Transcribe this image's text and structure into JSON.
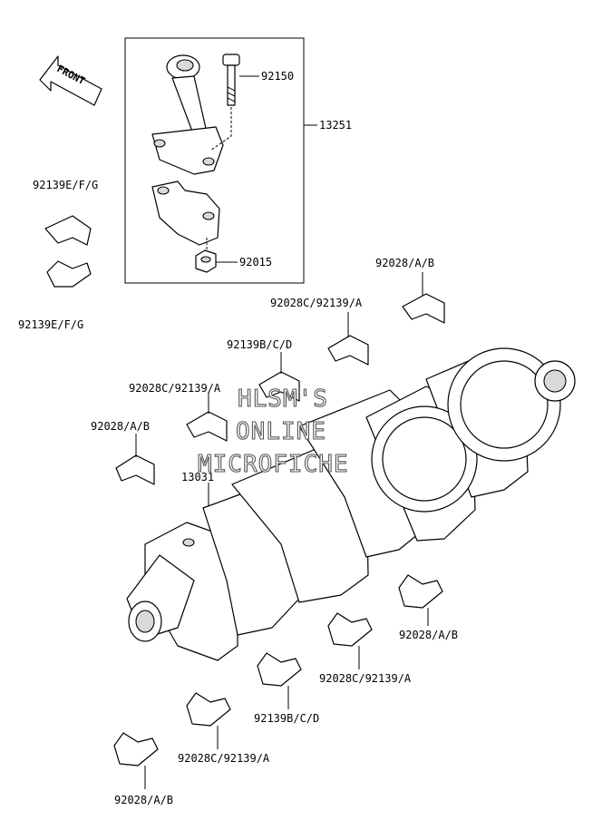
{
  "diagram": {
    "front_label": "FRONT",
    "watermark": [
      "HLSM'S",
      "ONLINE",
      "MICROFICHE"
    ],
    "labels": {
      "p92150": "92150",
      "p13251": "13251",
      "p92015": "92015",
      "p92139efg_top": "92139E/F/G",
      "p92139efg_bottom": "92139E/F/G",
      "p92028ab_top_right": "92028/A/B",
      "p92028c_upper": "92028C/92139/A",
      "p92139bcd_upper": "92139B/C/D",
      "p92028c_mid": "92028C/92139/A",
      "p92028ab_left": "92028/A/B",
      "p13031": "13031",
      "p92028ab_lower_right": "92028/A/B",
      "p92028c_lower_right": "92028C/92139/A",
      "p92139bcd_lower": "92139B/C/D",
      "p92028c_lower_left": "92028C/92139/A",
      "p92028ab_bottom": "92028/A/B"
    }
  }
}
